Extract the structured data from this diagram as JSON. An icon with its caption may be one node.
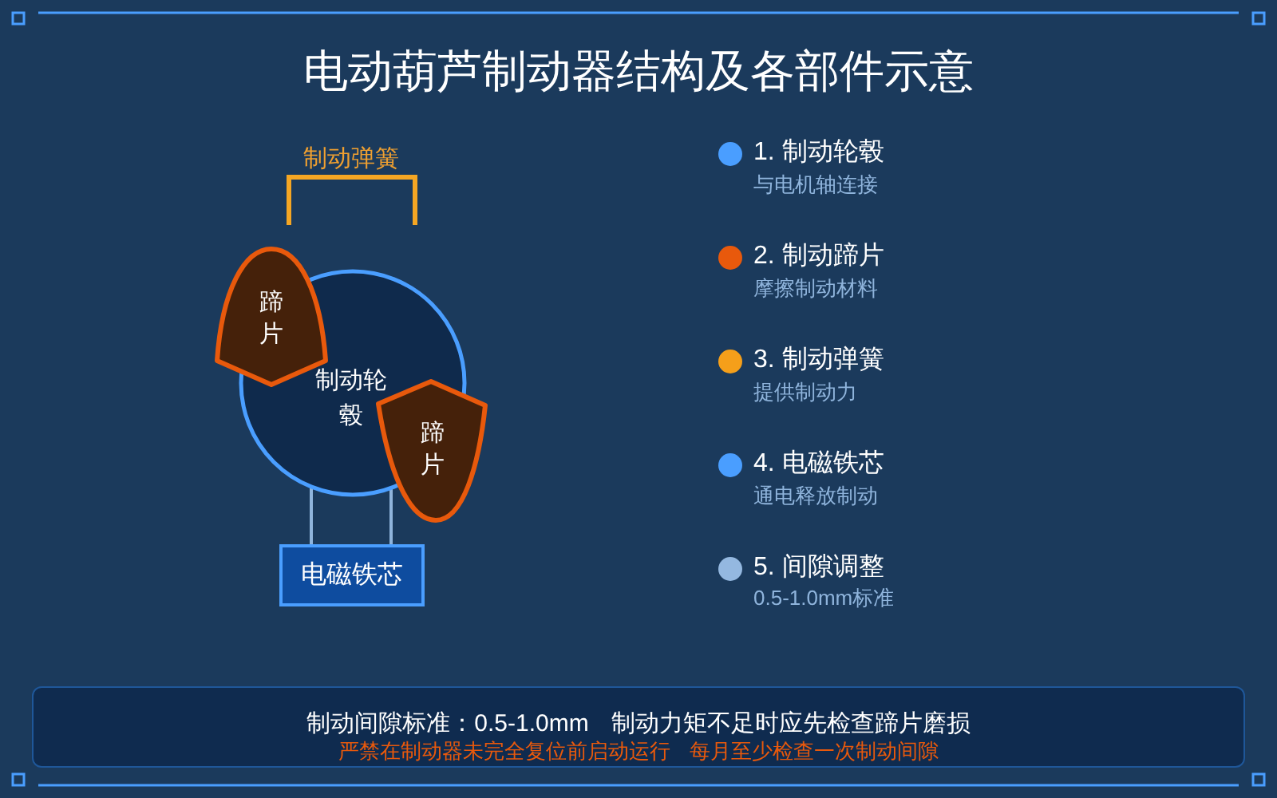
{
  "diagram": {
    "title": "电动葫芦制动器结构及各部件示意",
    "nodes": [
      {
        "text": [
          "制动轮毂"
        ]
      },
      {
        "text": [
          "蹄片"
        ]
      },
      {
        "text": [
          "蹄片"
        ]
      },
      {
        "text": [
          "制动弹簧"
        ]
      },
      {
        "text": [
          "电磁铁芯"
        ]
      },
      {
        "text": [
          "制动间隙标准：0.5-1.0mm",
          "制动力矩不足时应先检查蹄片磨损",
          "严禁在制动器未完全复位前启动运行",
          "每月至少检查一次制动间隙"
        ]
      }
    ],
    "edges": [
      {
        "from": 4,
        "to": 0,
        "arrow": "none"
      },
      {
        "from": 4,
        "to": 0,
        "arrow": "none"
      }
    ],
    "labels": [
      "与电机轴连接",
      "摩擦制动材料",
      "提供制动力",
      "通电释放制动",
      "0.5-1.0mm标准"
    ],
    "legend": [
      {
        "text": "1. 制动轮毂",
        "color": "#4a9eff"
      },
      {
        "text": "2. 制动蹄片",
        "color": "#e8590c"
      },
      {
        "text": "3. 制动弹簧",
        "color": "#f59f1a"
      },
      {
        "text": "4. 电磁铁芯",
        "color": "#4a9eff"
      },
      {
        "text": "5. 间隙调整",
        "color": "#94b8e0"
      }
    ]
  }
}
